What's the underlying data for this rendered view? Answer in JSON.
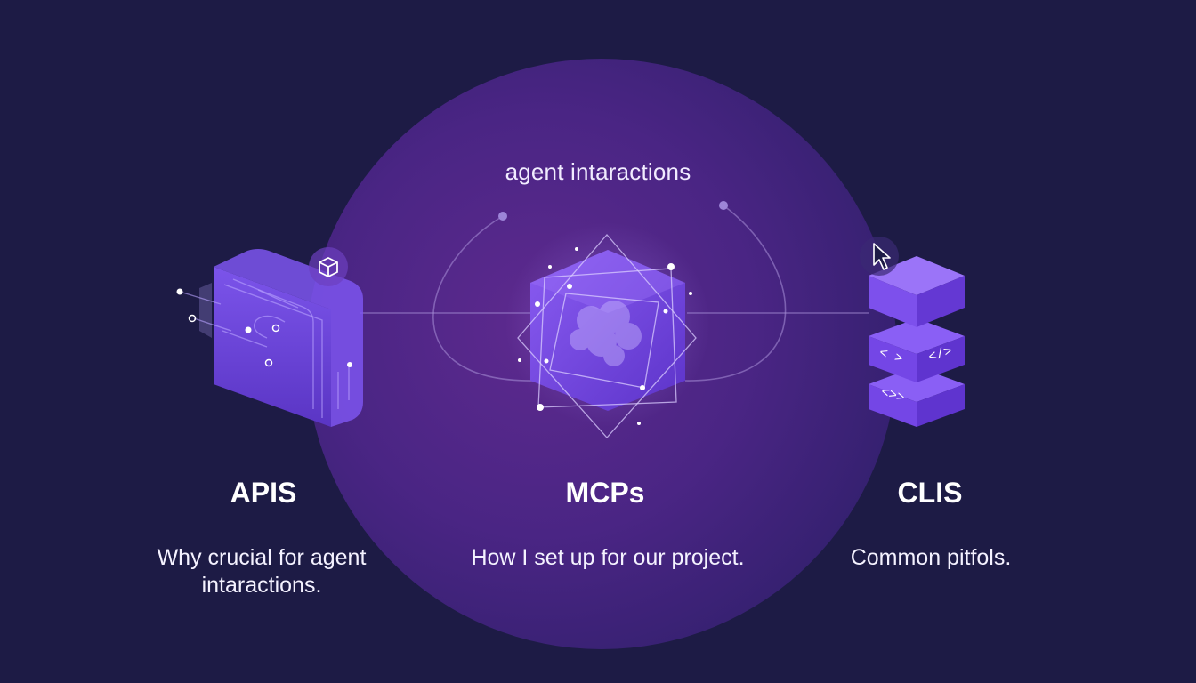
{
  "caption": "agent intaractions",
  "columns": [
    {
      "title": "APIS",
      "description": "Why crucial for agent intaractions.",
      "icon": "api-slab-icon"
    },
    {
      "title": "MCPs",
      "description": "How I set up for our project.",
      "icon": "brain-hexagon-icon"
    },
    {
      "title": "CLIS",
      "description": "Common pitfols.",
      "icon": "stacked-code-blocks-icon"
    }
  ],
  "colors": {
    "background": "#1d1b45",
    "circle": "#5b2a8c",
    "accent": "#7a4ff0",
    "text": "#ffffff"
  },
  "code_glyphs": [
    "< >",
    "</>",
    "<>>"
  ]
}
